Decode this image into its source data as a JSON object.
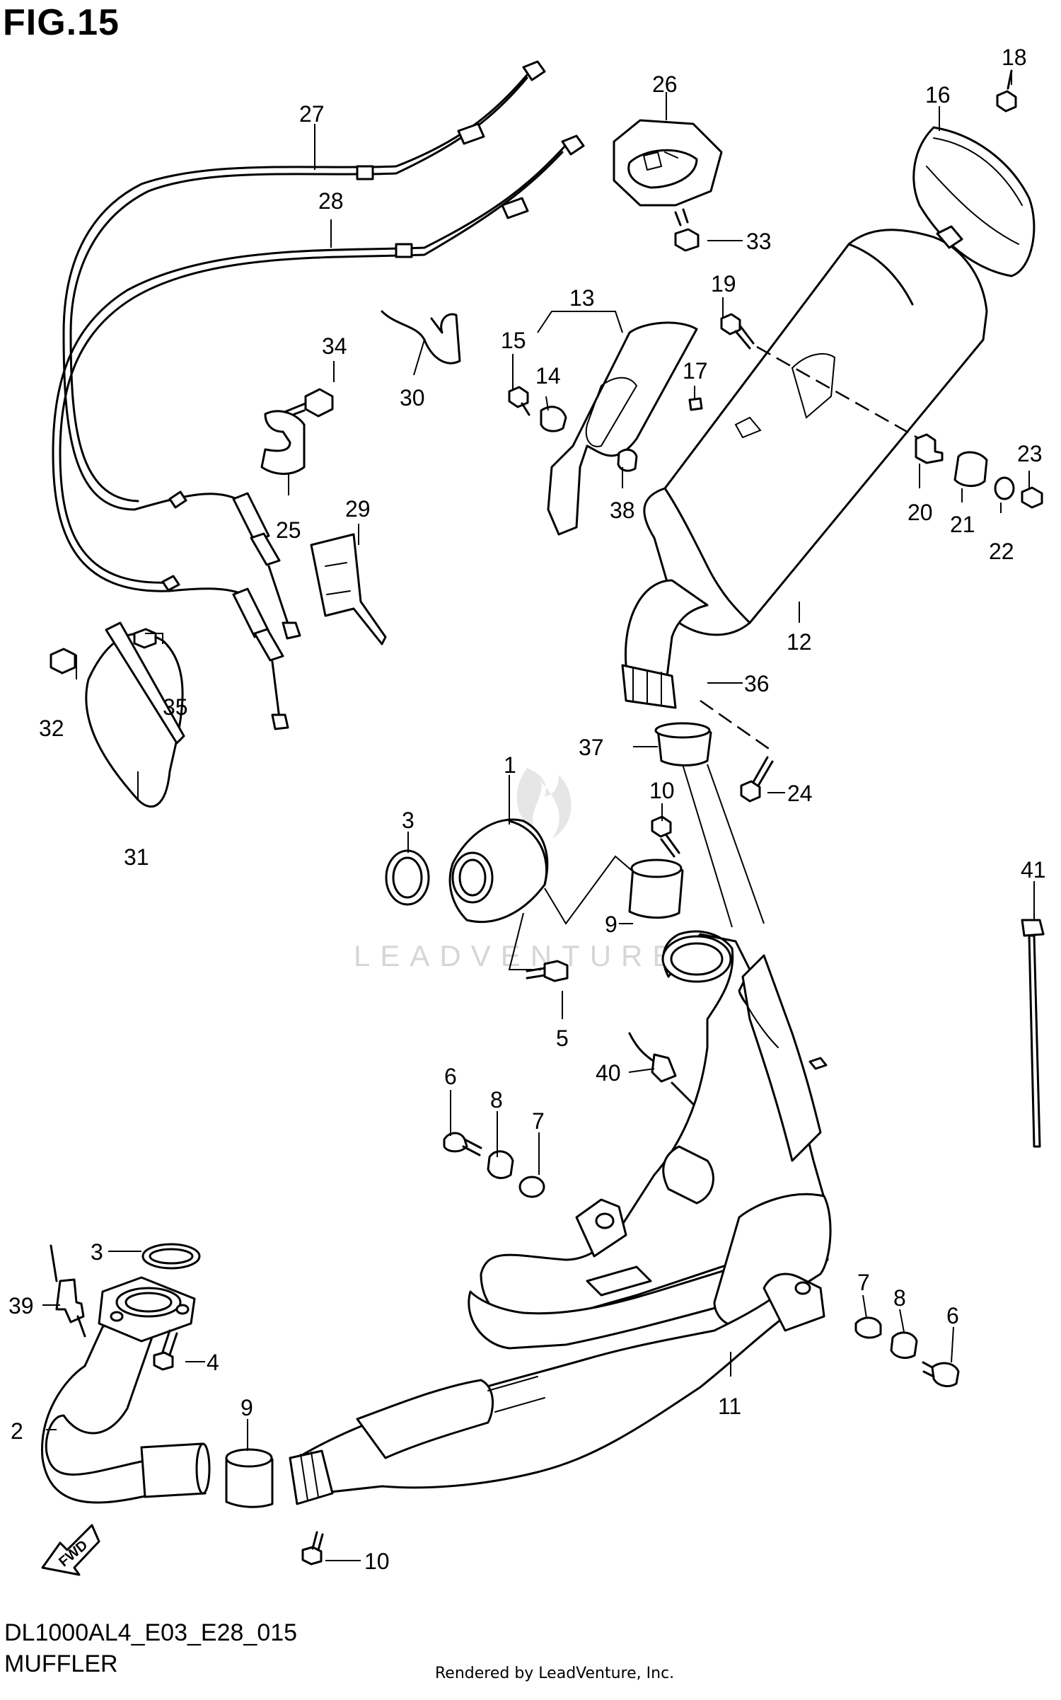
{
  "figure_title": "FIG.15",
  "model_code": "DL1000AL4_E03_E28_015",
  "assembly_name": "MUFFLER",
  "rendered_by": "Rendered by LeadVenture, Inc.",
  "watermark": "LEADVENTURE",
  "callouts": {
    "c1": "1",
    "c2": "2",
    "c3a": "3",
    "c3b": "3",
    "c4": "4",
    "c5": "5",
    "c6a": "6",
    "c6b": "6",
    "c7a": "7",
    "c7b": "7",
    "c8a": "8",
    "c8b": "8",
    "c9a": "9",
    "c9b": "9",
    "c10a": "10",
    "c10b": "10",
    "c11": "11",
    "c12": "12",
    "c13": "13",
    "c14": "14",
    "c15": "15",
    "c16": "16",
    "c17": "17",
    "c18": "18",
    "c19": "19",
    "c20": "20",
    "c21": "21",
    "c22": "22",
    "c23": "23",
    "c24": "24",
    "c25": "25",
    "c26": "26",
    "c27": "27",
    "c28": "28",
    "c29": "29",
    "c30": "30",
    "c31": "31",
    "c32": "32",
    "c33": "33",
    "c34": "34",
    "c35": "35",
    "c36": "36",
    "c37": "37",
    "c38": "38",
    "c39": "39",
    "c40": "40",
    "c41": "41"
  },
  "fwd_arrow_label": "FWD"
}
